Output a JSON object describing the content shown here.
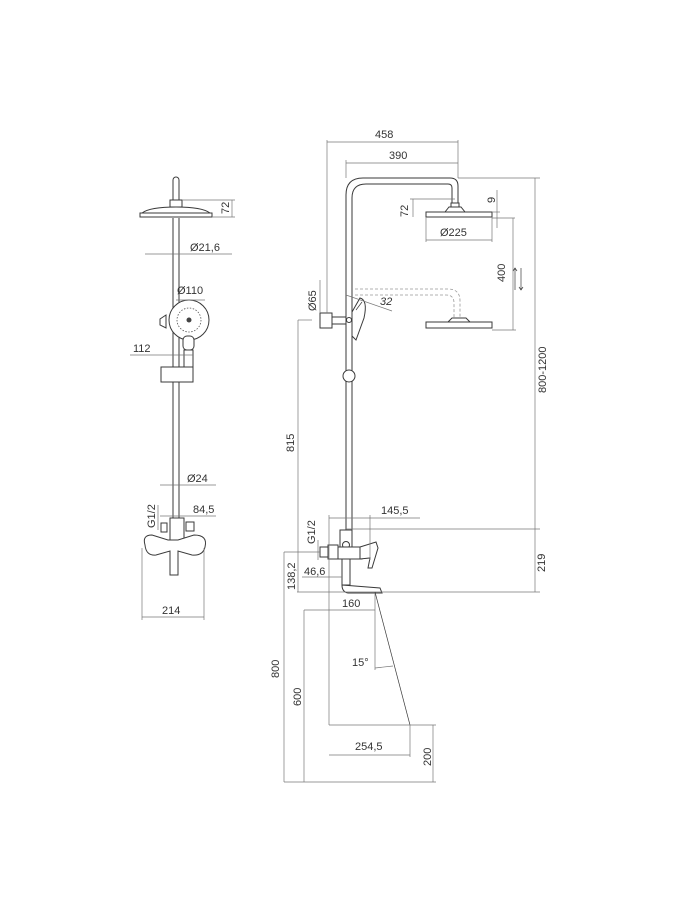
{
  "side_view": {
    "dims": {
      "head_height": "72",
      "pipe_diameter_top": "Ø21,6",
      "hand_shower_diameter": "Ø110",
      "slider_offset": "112",
      "pipe_diameter_bottom": "Ø24",
      "inlet_thread": "G1/2",
      "mixer_depth": "84,5",
      "mixer_width": "214"
    }
  },
  "front_view": {
    "dims": {
      "total_reach": "458",
      "arm_reach": "390",
      "head_height": "72",
      "head_gap": "9",
      "head_diameter": "Ø225",
      "height_adjust": "400",
      "hand_angle": "32",
      "bracket_diameter": "Ø65",
      "total_height": "800-1200",
      "bracket_height": "815",
      "mixer_reach": "145,5",
      "inlet_thread": "G1/2",
      "mixer_to_top": "219",
      "spout_height": "138,2",
      "inlet_depth": "46,6",
      "spout_reach": "160",
      "spout_angle": "15°",
      "tub_edge_height": "600",
      "mount_height": "800",
      "water_reach": "254,5",
      "water_drop": "200"
    }
  }
}
